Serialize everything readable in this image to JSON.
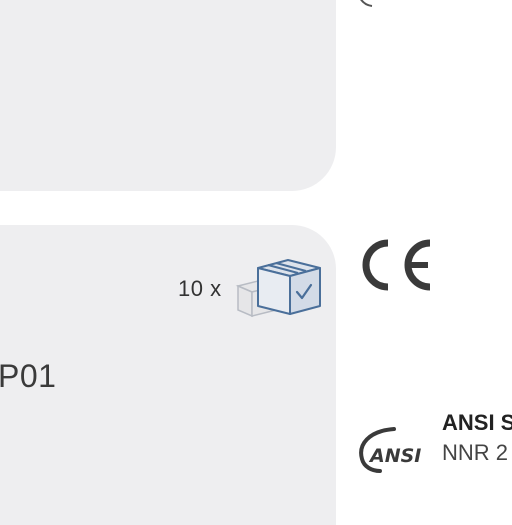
{
  "packaging": {
    "quantity": "10 x",
    "icon": "carton-box-icon"
  },
  "product": {
    "code_partial": "P01"
  },
  "certifications": {
    "ce_icon": "ce-mark-icon",
    "ansi_logo_text": "ANSI",
    "ansi_title": "ANSI S",
    "ansi_subtitle": "NNR 2"
  },
  "colors": {
    "panel": "#eeeef0",
    "text": "#333333",
    "box_stroke": "#4a6f9a"
  }
}
